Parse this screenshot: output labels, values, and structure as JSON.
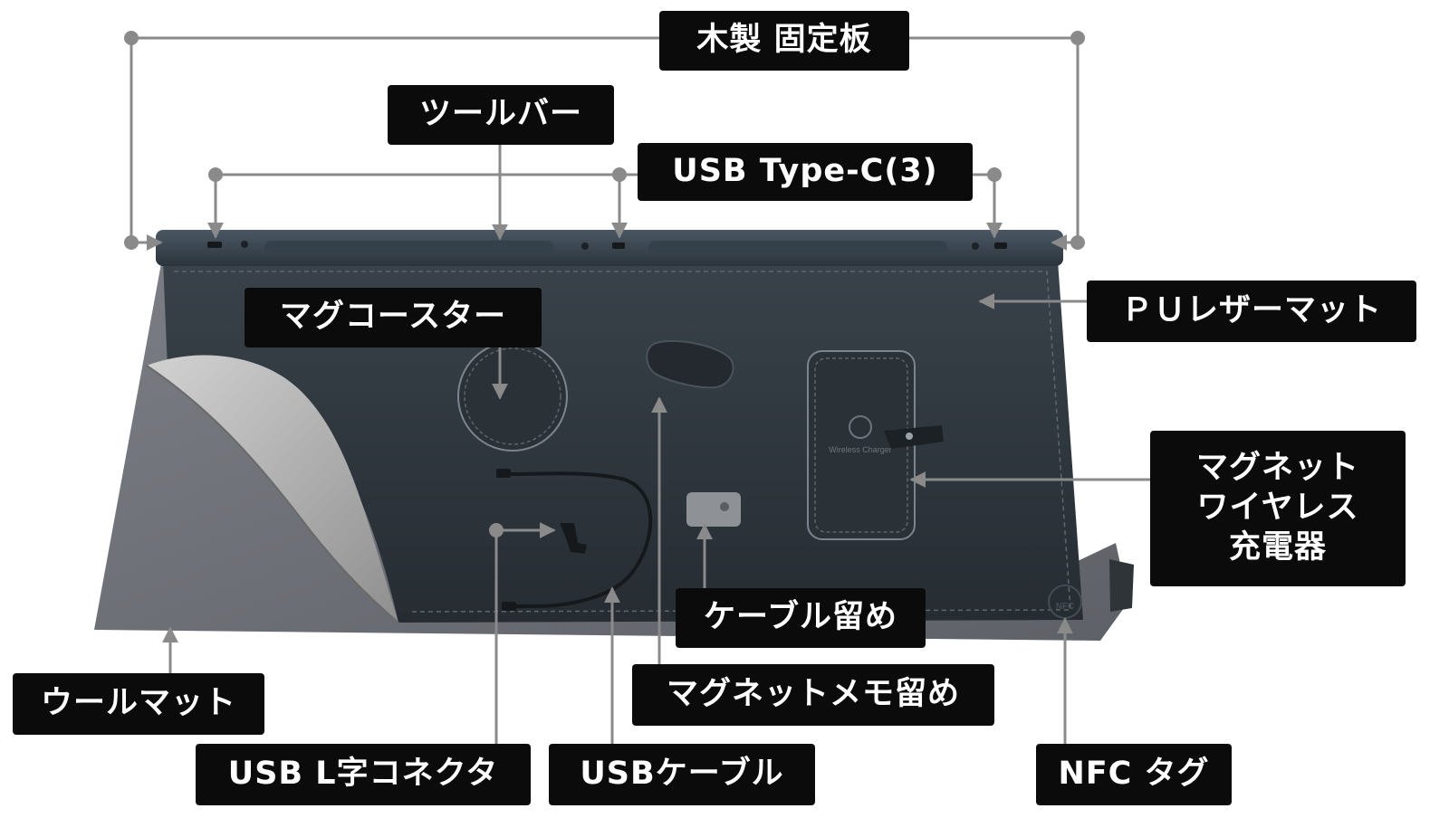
{
  "labels": {
    "wooden_board": "木製 固定板",
    "toolbar": "ツールバー",
    "usb_type_c": "USB Type-C(3)",
    "mug_coaster": "マグコースター",
    "pu_leather_mat": "ＰＵレザーマット",
    "wireless_charger": [
      "マグネット",
      "ワイヤレス",
      "充電器"
    ],
    "cable_clip": "ケーブル留め",
    "magnet_memo_clip": "マグネットメモ留め",
    "wool_mat": "ウールマット",
    "usb_l_connector": "USB L字コネクタ",
    "usb_cable": "USBケーブル",
    "nfc_tag": "NFC タグ"
  },
  "product_prints": {
    "charger_text": "Wireless Charger",
    "nfc_text": "NFC"
  },
  "colors": {
    "label_bg": "#0b0b0b",
    "label_text": "#ffffff",
    "leader": "#8a8a8a",
    "leather": "#2d343b",
    "felt": "#6d7076",
    "felt_underside": "#b3b3b3",
    "board": "#3a4651"
  }
}
